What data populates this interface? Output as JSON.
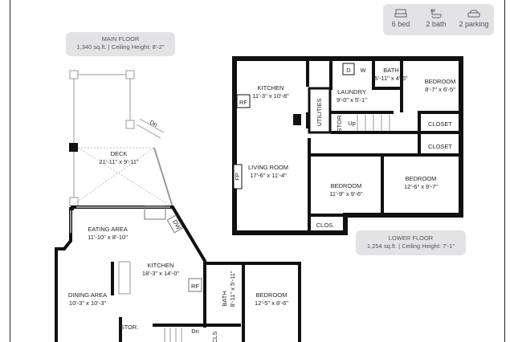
{
  "stats": [
    {
      "icon": "bed-icon",
      "label": "6 bed"
    },
    {
      "icon": "bathtub-icon",
      "label": "2 bath"
    },
    {
      "icon": "car-icon",
      "label": "2 parking"
    }
  ],
  "main_floor": {
    "title": "MAIN FLOOR",
    "details": "1,340 sq.ft. | Ceiling Height: 8'-2\"",
    "rooms": [
      {
        "name": "DECK",
        "dims": "21'-11\" x 9'-11\""
      },
      {
        "name": "EATING AREA",
        "dims": "11'-10\" x 8'-10\""
      },
      {
        "name": "KITCHEN",
        "dims": "18'-3\" x 14'-0\""
      },
      {
        "name": "DINING AREA",
        "dims": "10'-3\" x 10'-3\""
      },
      {
        "name": "BEDROOM",
        "dims": "12'-5\" x 8'-6\""
      },
      {
        "name": "BATH",
        "dims": "8'-11\" x 5'-11\""
      }
    ],
    "fixtures": {
      "dn_deck": "Dn",
      "dn_stairs": "Dn",
      "dw": "DW",
      "rf": "RF",
      "stor": "STOR.",
      "cls": "CLS"
    }
  },
  "lower_floor": {
    "title": "LOWER FLOOR",
    "details": "1,254 sq.ft. | Ceiling Height: 7'-1\"",
    "rooms": [
      {
        "name": "KITCHEN",
        "dims": "11'-3\" x 10'-8\""
      },
      {
        "name": "LIVING ROOM",
        "dims": "17'-6\" x 11'-4\""
      },
      {
        "name": "LAUNDRY",
        "dims": "9'-0\" x 5'-1\""
      },
      {
        "name": "BATH",
        "dims": "5'-11\" x 4'-6\""
      },
      {
        "name": "BEDROOM",
        "dims": "8'-7\" x 6'-5\""
      },
      {
        "name": "BEDROOM",
        "dims": "11'-9\" x 9'-6\""
      },
      {
        "name": "BEDROOM",
        "dims": "12'-6\" x 9'-7\""
      }
    ],
    "fixtures": {
      "utilities": "UTILITIES",
      "stor": "STOR",
      "up": "Up",
      "closet1": "CLOSET",
      "closet2": "CLOSET",
      "clos": "CLOS.",
      "rf": "RF",
      "fp": "FP",
      "d": "D",
      "w": "W"
    }
  }
}
